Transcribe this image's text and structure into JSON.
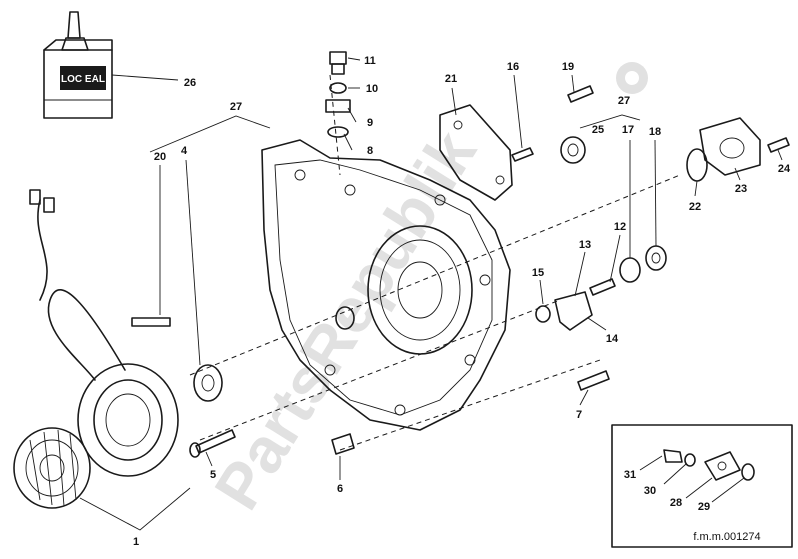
{
  "callouts": [
    {
      "id": "c1",
      "text": "1"
    },
    {
      "id": "c4",
      "text": "4"
    },
    {
      "id": "c5",
      "text": "5"
    },
    {
      "id": "c6",
      "text": "6"
    },
    {
      "id": "c7",
      "text": "7"
    },
    {
      "id": "c8",
      "text": "8"
    },
    {
      "id": "c9",
      "text": "9"
    },
    {
      "id": "c10",
      "text": "10"
    },
    {
      "id": "c11",
      "text": "11"
    },
    {
      "id": "c12",
      "text": "12"
    },
    {
      "id": "c13",
      "text": "13"
    },
    {
      "id": "c14",
      "text": "14"
    },
    {
      "id": "c15",
      "text": "15"
    },
    {
      "id": "c16",
      "text": "16"
    },
    {
      "id": "c17",
      "text": "17"
    },
    {
      "id": "c18",
      "text": "18"
    },
    {
      "id": "c19",
      "text": "19"
    },
    {
      "id": "c20",
      "text": "20"
    },
    {
      "id": "c21",
      "text": "21"
    },
    {
      "id": "c22",
      "text": "22"
    },
    {
      "id": "c23",
      "text": "23"
    },
    {
      "id": "c24",
      "text": "24"
    },
    {
      "id": "c25",
      "text": "25"
    },
    {
      "id": "c26",
      "text": "26"
    },
    {
      "id": "c27a",
      "text": "27"
    },
    {
      "id": "c27b",
      "text": "27"
    },
    {
      "id": "c28",
      "text": "28"
    },
    {
      "id": "c29",
      "text": "29"
    },
    {
      "id": "c30",
      "text": "30"
    },
    {
      "id": "c31",
      "text": "31"
    }
  ],
  "sealant_label": "LOC EAL",
  "drawing_ref": "f.m.m.001274",
  "watermark": "PartsRepublik"
}
